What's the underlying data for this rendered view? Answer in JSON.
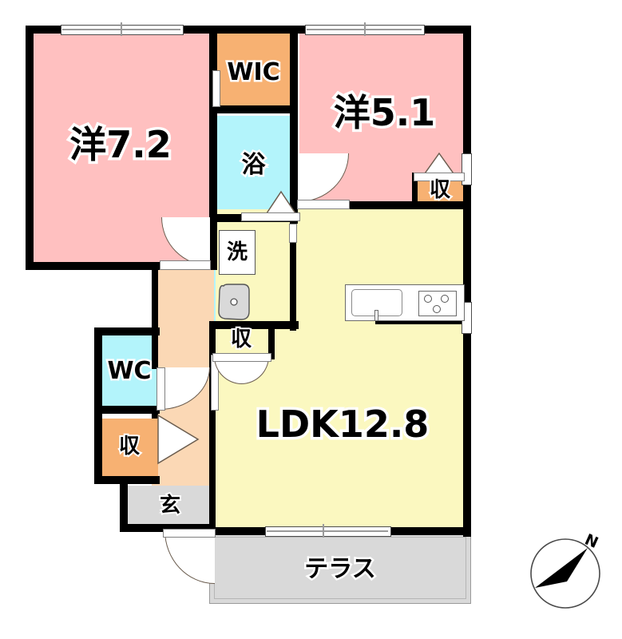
{
  "plan": {
    "type": "japanese-apartment-floorplan",
    "layout_name": "2LDK",
    "rooms": [
      {
        "key": "washitsu_72",
        "label": "洋7.2",
        "kind": "western-room",
        "tatami": 7.2,
        "color": "#ffc0c0"
      },
      {
        "key": "washitsu_51",
        "label": "洋5.1",
        "kind": "western-room",
        "tatami": 5.1,
        "color": "#ffc0c0"
      },
      {
        "key": "ldk",
        "label": "LDK12.8",
        "kind": "living-dining-kitchen",
        "tatami": 12.8,
        "color": "#fbf8c0"
      },
      {
        "key": "wic",
        "label": "WIC",
        "kind": "walk-in-closet",
        "color": "#f7b172"
      },
      {
        "key": "bath",
        "label": "浴",
        "kind": "bathroom",
        "color": "#b3f4fb"
      },
      {
        "key": "washroom",
        "label": "洗",
        "kind": "washroom",
        "color": "#b3f4fb"
      },
      {
        "key": "wc",
        "label": "WC",
        "kind": "toilet",
        "color": "#b3f4fb"
      },
      {
        "key": "closet_ldk",
        "label": "収",
        "kind": "closet",
        "color": "#f7b172"
      },
      {
        "key": "closet_hall",
        "label": "収",
        "kind": "closet",
        "color": "#f7b172"
      },
      {
        "key": "closet_room51",
        "label": "収",
        "kind": "closet",
        "color": "#f7b172"
      },
      {
        "key": "genkan",
        "label": "玄",
        "kind": "entrance",
        "color": "#d9d9d9"
      },
      {
        "key": "terrace",
        "label": "テラス",
        "kind": "terrace",
        "color": "#d9d9d9"
      },
      {
        "key": "corridor",
        "label": "",
        "kind": "hallway",
        "color": "#fbd8b5"
      }
    ],
    "colors": {
      "wall": "#000000",
      "room_pink": "#ffc0c0",
      "room_yellow": "#fbf8c0",
      "water_blue": "#b3f4fb",
      "closet_orange": "#f7b172",
      "hall_peach": "#fbd8b5",
      "gray": "#d9d9d9",
      "white": "#ffffff"
    },
    "fixtures": [
      {
        "key": "kitchen-sink",
        "name": "sink"
      },
      {
        "key": "kitchen-stove",
        "name": "three-burner-stove"
      },
      {
        "key": "washbasin",
        "name": "wash-basin"
      }
    ],
    "compass": {
      "label": "N",
      "direction": "north-east"
    }
  }
}
